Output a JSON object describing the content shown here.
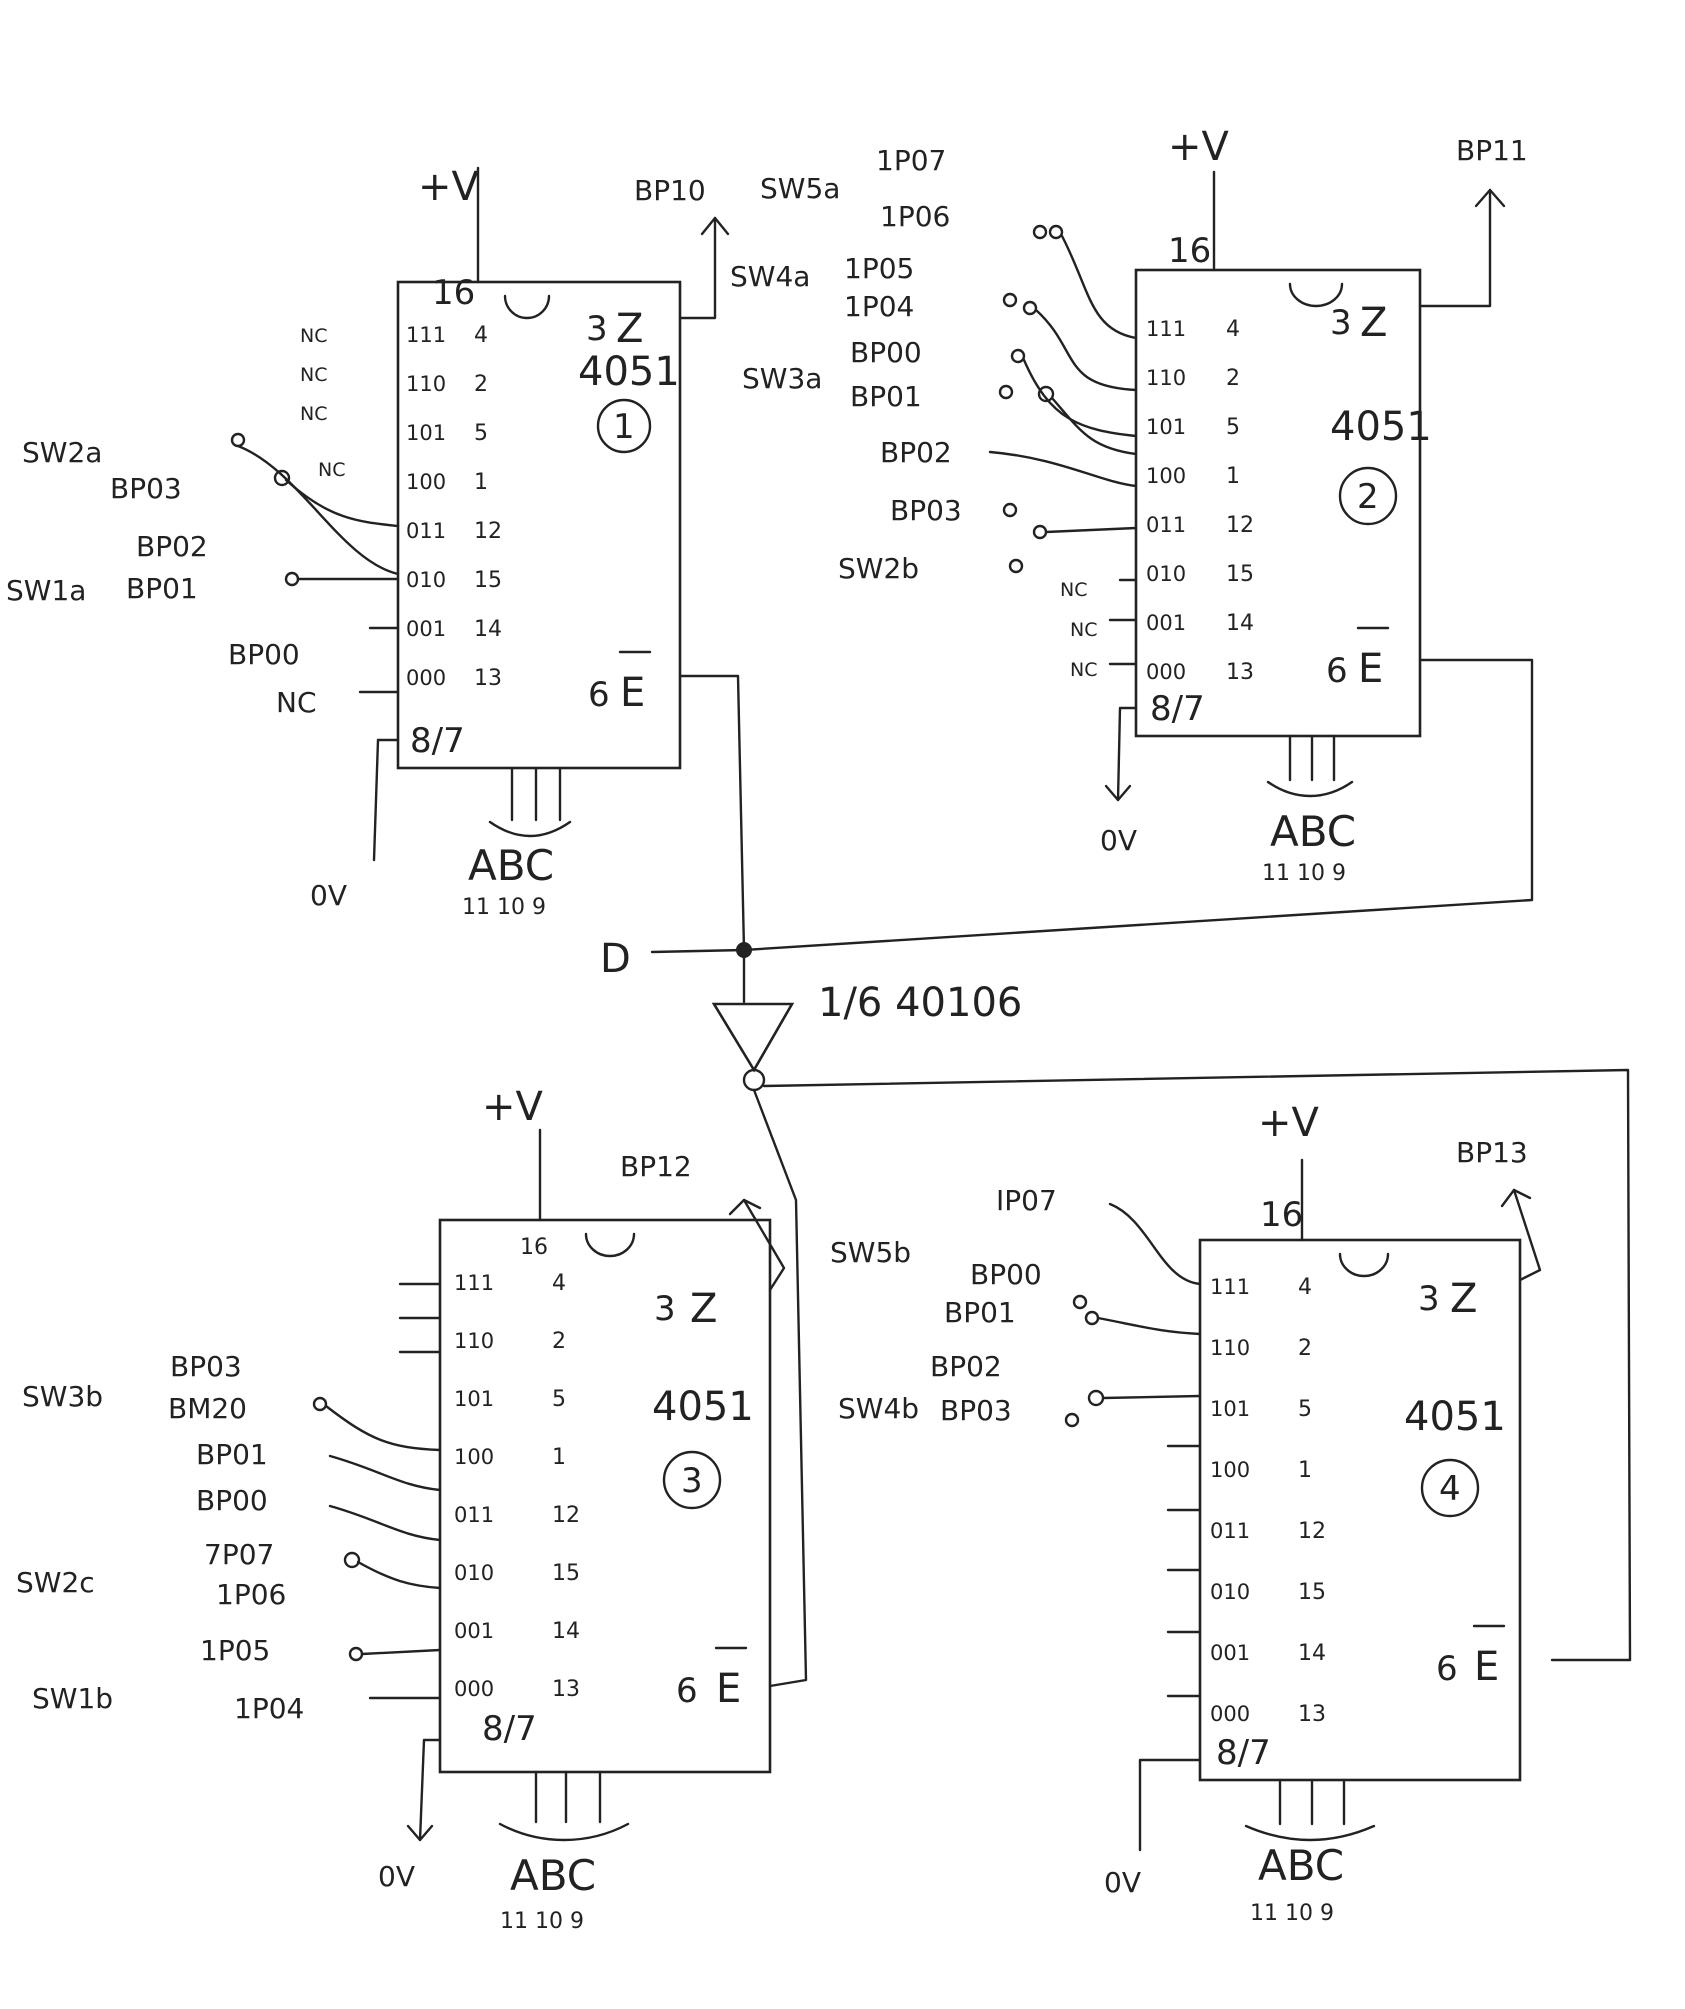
{
  "chips": [
    {
      "id": "1",
      "part": "4051",
      "vplus": "+V",
      "pin16": "16",
      "z_pin": "3",
      "z": "Z",
      "e_pin": "6",
      "e": "E",
      "gnd_pin": "8/7",
      "gnd": "0V",
      "abc": "ABC",
      "abc_pins": "11 10 9",
      "output": "BP10",
      "rows": [
        {
          "code": "111",
          "pin": "4"
        },
        {
          "code": "110",
          "pin": "2"
        },
        {
          "code": "101",
          "pin": "5"
        },
        {
          "code": "100",
          "pin": "1"
        },
        {
          "code": "011",
          "pin": "12"
        },
        {
          "code": "010",
          "pin": "15"
        },
        {
          "code": "001",
          "pin": "14"
        },
        {
          "code": "000",
          "pin": "13"
        }
      ],
      "inputs": [
        "NC",
        "NC",
        "NC",
        "NC",
        "SW2a",
        "BP03",
        "BP02",
        "SW1a",
        "BP01",
        "BP00",
        "NC"
      ]
    },
    {
      "id": "2",
      "part": "4051",
      "vplus": "+V",
      "pin16": "16",
      "z_pin": "3",
      "z": "Z",
      "e_pin": "6",
      "e": "E",
      "gnd_pin": "8/7",
      "gnd": "0V",
      "abc": "ABC",
      "abc_pins": "11 10 9",
      "output": "BP11",
      "rows": [
        {
          "code": "111",
          "pin": "4"
        },
        {
          "code": "110",
          "pin": "2"
        },
        {
          "code": "101",
          "pin": "5"
        },
        {
          "code": "100",
          "pin": "1"
        },
        {
          "code": "011",
          "pin": "12"
        },
        {
          "code": "010",
          "pin": "15"
        },
        {
          "code": "001",
          "pin": "14"
        },
        {
          "code": "000",
          "pin": "13"
        }
      ],
      "inputs": [
        "SW5a",
        "1P07",
        "1P06",
        "SW4a",
        "1P05",
        "1P04",
        "SW3a",
        "BP00",
        "BP01",
        "BP02",
        "BP03",
        "SW2b",
        "NC",
        "NC",
        "NC"
      ]
    },
    {
      "id": "3",
      "part": "4051",
      "vplus": "+V",
      "pin16": "16",
      "z_pin": "3",
      "z": "Z",
      "e_pin": "6",
      "e": "E",
      "gnd_pin": "8/7",
      "gnd": "0V",
      "abc": "ABC",
      "abc_pins": "11 10 9",
      "output": "BP12",
      "rows": [
        {
          "code": "111",
          "pin": "4"
        },
        {
          "code": "110",
          "pin": "2"
        },
        {
          "code": "101",
          "pin": "5"
        },
        {
          "code": "100",
          "pin": "1"
        },
        {
          "code": "011",
          "pin": "12"
        },
        {
          "code": "010",
          "pin": "15"
        },
        {
          "code": "001",
          "pin": "14"
        },
        {
          "code": "000",
          "pin": "13"
        }
      ],
      "inputs": [
        "SW3b",
        "BP03",
        "BM20",
        "BP01",
        "BP00",
        "SW2c",
        "7P07",
        "1P06",
        "1P05",
        "SW1b",
        "1P04"
      ]
    },
    {
      "id": "4",
      "part": "4051",
      "vplus": "+V",
      "pin16": "16",
      "z_pin": "3",
      "z": "Z",
      "e_pin": "6",
      "e": "E",
      "gnd_pin": "8/7",
      "gnd": "0V",
      "abc": "ABC",
      "abc_pins": "11 10 9",
      "output": "BP13",
      "rows": [
        {
          "code": "111",
          "pin": "4"
        },
        {
          "code": "110",
          "pin": "2"
        },
        {
          "code": "101",
          "pin": "5"
        },
        {
          "code": "100",
          "pin": "1"
        },
        {
          "code": "011",
          "pin": "12"
        },
        {
          "code": "010",
          "pin": "15"
        },
        {
          "code": "001",
          "pin": "14"
        },
        {
          "code": "000",
          "pin": "13"
        }
      ],
      "inputs": [
        "SW5b",
        "IP07",
        "BP00",
        "BP01",
        "BP02",
        "SW4b",
        "BP03"
      ]
    }
  ],
  "d_label": "D",
  "inverter_label": "1/6 40106"
}
